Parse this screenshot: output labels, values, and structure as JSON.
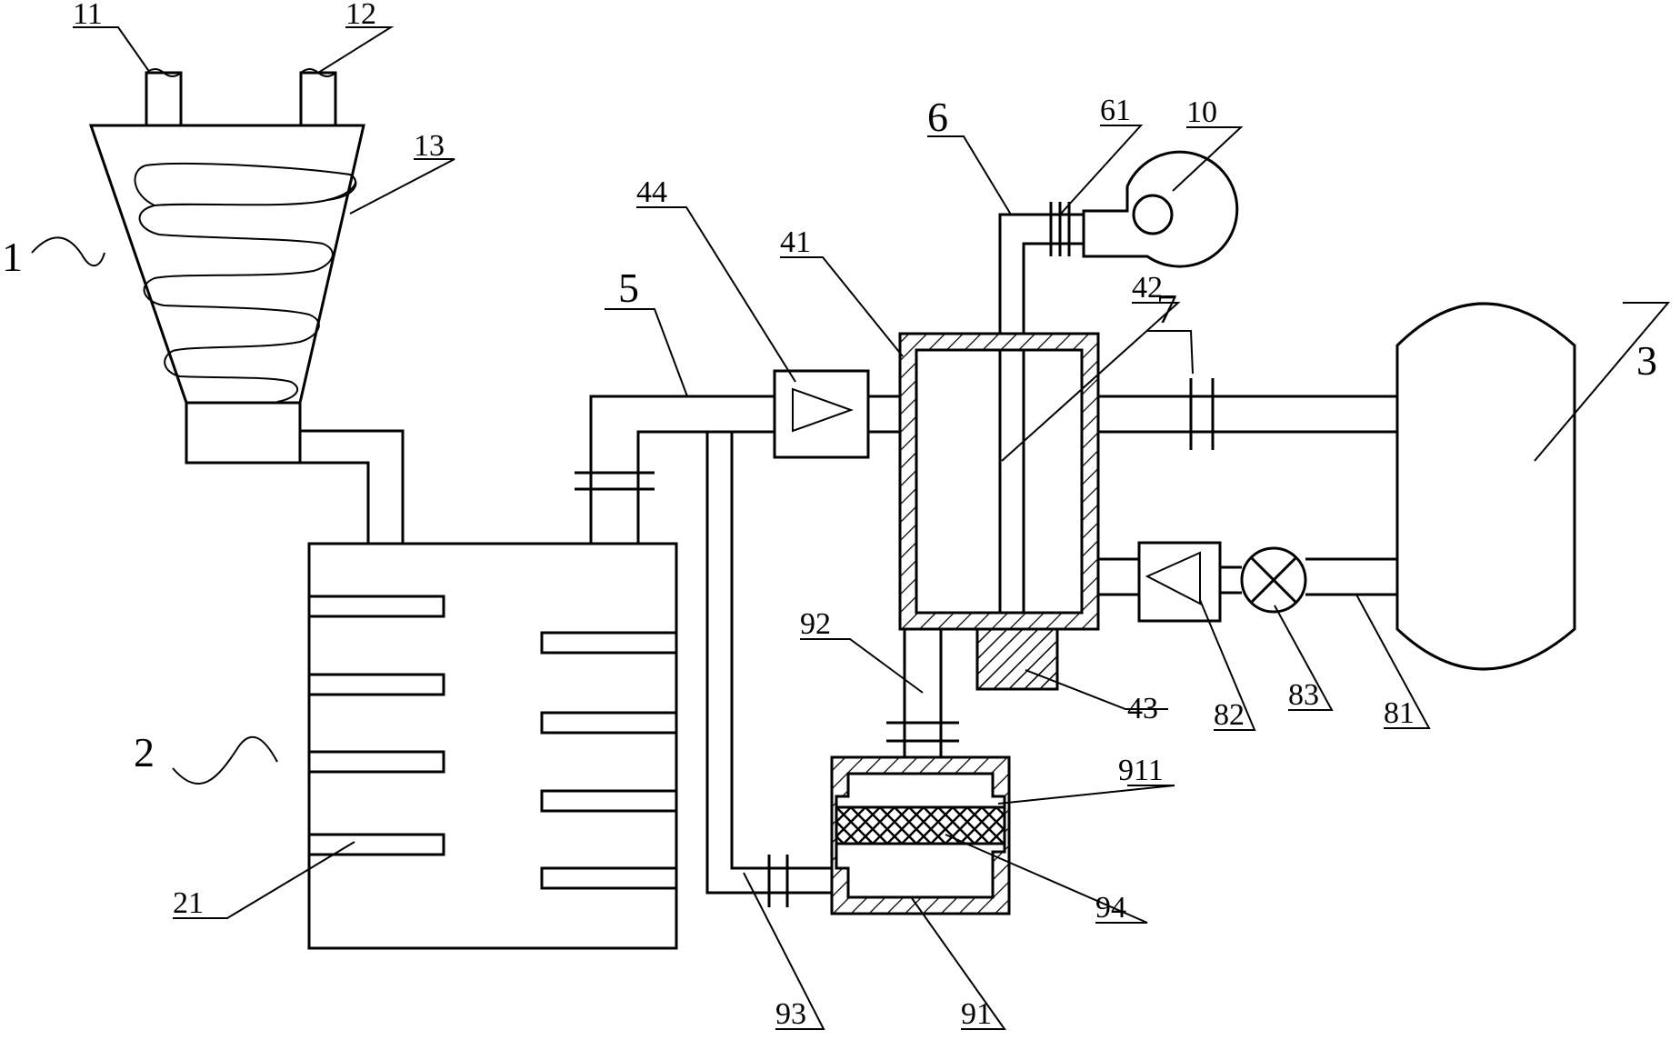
{
  "labels": {
    "l1": "1",
    "l2": "2",
    "l3": "3",
    "l5": "5",
    "l6": "6",
    "l7": "7",
    "l10": "10",
    "l11": "11",
    "l12": "12",
    "l13": "13",
    "l21": "21",
    "l41": "41",
    "l42": "42",
    "l43": "43",
    "l44": "44",
    "l61": "61",
    "l81": "81",
    "l82": "82",
    "l83": "83",
    "l91": "91",
    "l92": "92",
    "l93": "93",
    "l94": "94",
    "l911": "911"
  },
  "colors": {
    "line": "#000000",
    "background": "#ffffff"
  }
}
